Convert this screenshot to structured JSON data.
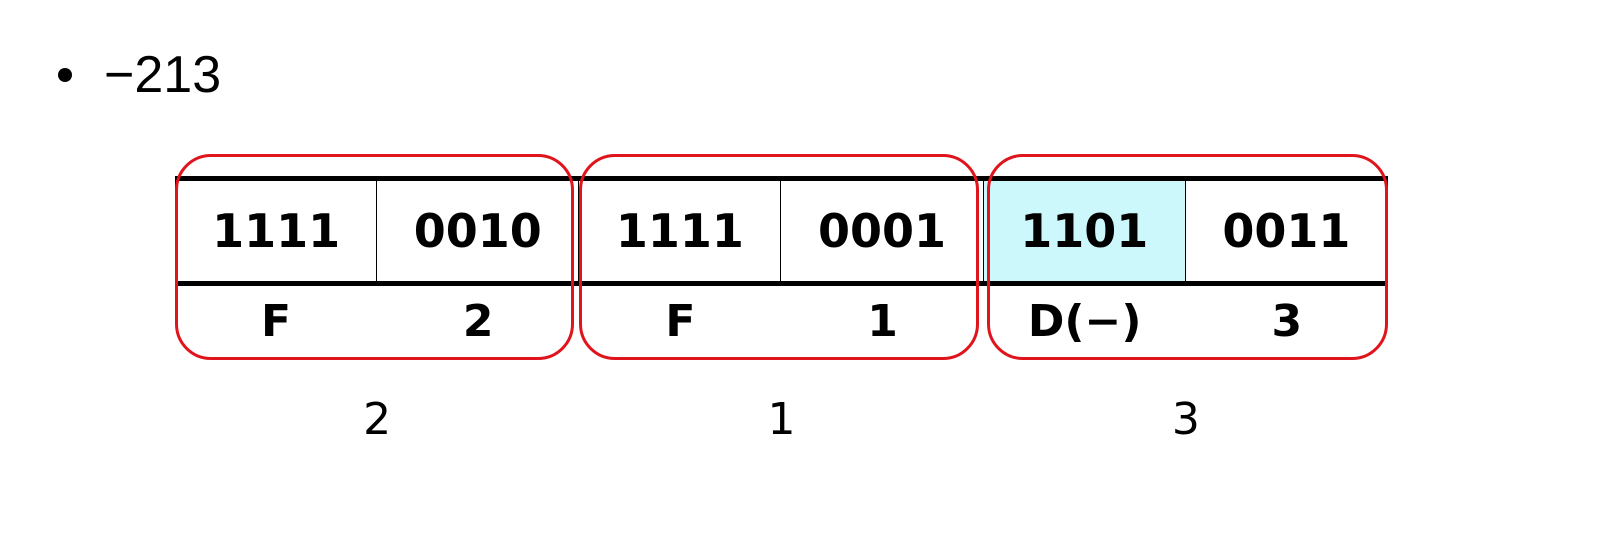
{
  "title": "−213",
  "cells": [
    {
      "bits": "1111",
      "hex": "F",
      "highlighted": false
    },
    {
      "bits": "0010",
      "hex": "2",
      "highlighted": false
    },
    {
      "bits": "1111",
      "hex": "F",
      "highlighted": false
    },
    {
      "bits": "0001",
      "hex": "1",
      "highlighted": false
    },
    {
      "bits": "1101",
      "hex": "D(−)",
      "highlighted": true
    },
    {
      "bits": "0011",
      "hex": "3",
      "highlighted": false
    }
  ],
  "digits": [
    "2",
    "1",
    "3"
  ],
  "colors": {
    "group_border": "#e0141c",
    "highlight_fill": "#ccf7fb"
  }
}
